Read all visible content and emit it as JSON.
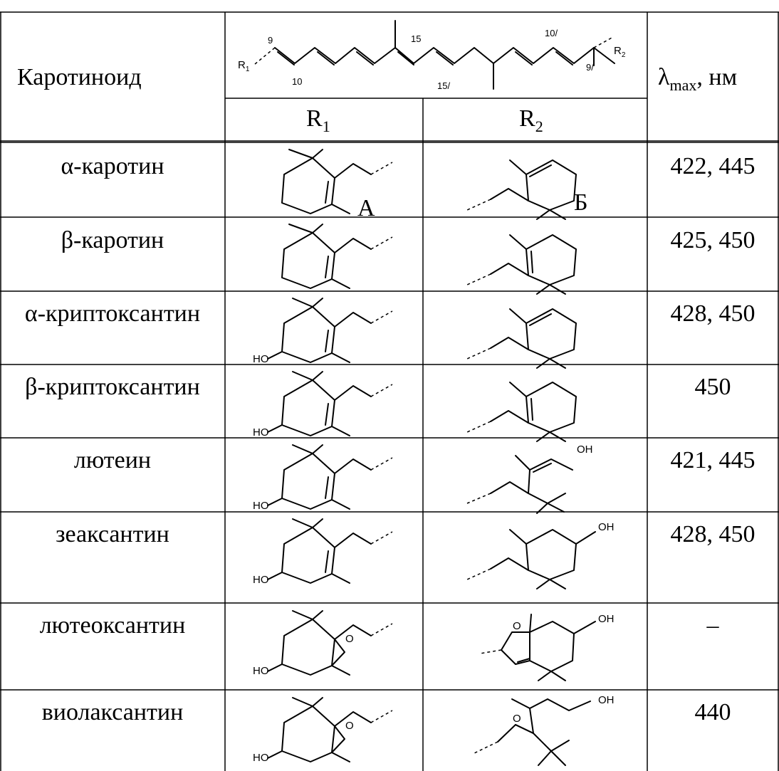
{
  "header": {
    "col1": "Каротиноид",
    "col2_r1": "R1",
    "col2_r2": "R2",
    "col3": "λmax, нм",
    "struct_labels": {
      "n9": "9",
      "n10": "10",
      "n15": "15",
      "n15p": "15/",
      "n10p": "10/",
      "n9p": "9/",
      "r1": "R1",
      "r2": "R2"
    }
  },
  "rows": [
    {
      "name": "α-каротин",
      "lambda": "422, 445",
      "label_r1": "А",
      "label_r2": "Б"
    },
    {
      "name": "β-каротин",
      "lambda": "425, 450"
    },
    {
      "name": "α-криптоксантин",
      "lambda": "428, 450",
      "ho": "HO"
    },
    {
      "name": "β-криптоксантин",
      "lambda": "450",
      "ho": "HO"
    },
    {
      "name": "лютеин",
      "lambda": "421, 445",
      "ho": "HO",
      "oh": "OH"
    },
    {
      "name": "зеаксантин",
      "lambda": "428, 450",
      "ho": "HO",
      "oh": "OH"
    },
    {
      "name": "лютеоксантин",
      "lambda": "–",
      "ho": "HO",
      "oh": "OH",
      "o1": "O",
      "o2": "O"
    },
    {
      "name": "виолаксантин",
      "lambda": "440",
      "ho": "HO",
      "oh": "OH",
      "o1": "O",
      "o2": "O"
    }
  ]
}
